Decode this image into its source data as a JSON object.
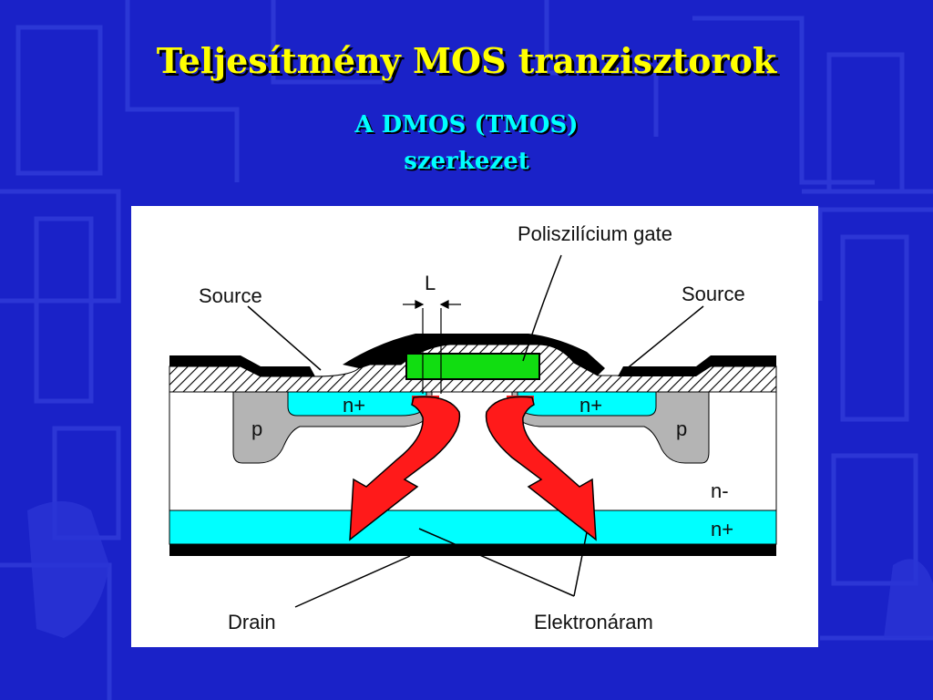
{
  "slide": {
    "title": "Teljesítmény MOS tranzisztorok",
    "subtitle_line1": "A DMOS (TMOS)",
    "subtitle_line2": "szerkezet"
  },
  "diagram": {
    "labels": {
      "gate": "Poliszilícium gate",
      "source_left": "Source",
      "source_right": "Source",
      "channel_length": "L",
      "n_plus_left": "n+",
      "n_plus_right": "n+",
      "p_left": "p",
      "p_right": "p",
      "n_minus": "n-",
      "n_plus_substrate": "n+",
      "drain": "Drain",
      "electron_current": "Elektronáram"
    }
  },
  "colors": {
    "background": "#1a22c8",
    "title": "#ffff00",
    "subtitle": "#00ffff",
    "n_plus_region": "#00ffff",
    "p_region": "#b4b4b4",
    "gate": "#11dd11",
    "arrow": "#ff1a1a",
    "metal": "#000000"
  }
}
